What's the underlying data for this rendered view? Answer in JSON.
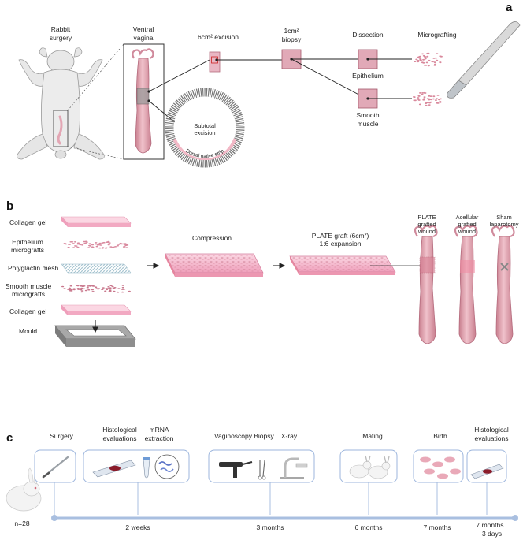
{
  "panel_a": {
    "letter": "a",
    "rabbit_surgery": [
      "Rabbit",
      "surgery"
    ],
    "ventral_vagina": [
      "Ventral",
      "vagina"
    ],
    "excision": "6cm² excision",
    "biopsy": [
      "1cm²",
      "biopsy"
    ],
    "dissection": "Dissection",
    "micrografting": "Micrografting",
    "epithelium": "Epithelium",
    "smooth_muscle": [
      "Smooth",
      "muscle"
    ],
    "subtotal_excision": [
      "Subtotal",
      "excision"
    ],
    "dorsal_strip": "Dorsal native strip"
  },
  "panel_b": {
    "letter": "b",
    "layers": [
      "Collagen gel",
      "Epithelium micrografts",
      "Polyglactin mesh",
      "Smooth muscle micrografts",
      "Collagen gel",
      "Mould"
    ],
    "layer_lines": [
      [
        "Collagen gel"
      ],
      [
        "Epithelium",
        "micrografts"
      ],
      [
        "Polyglactin mesh"
      ],
      [
        "Smooth muscle",
        "micrografts"
      ],
      [
        "Collagen gel"
      ],
      [
        "Mould"
      ]
    ],
    "compression": "Compression",
    "plate_graft": [
      "PLATE graft (6cm²)",
      "1:6 expansion"
    ],
    "groups": [
      {
        "lines": [
          "PLATE",
          "grafted",
          "wound"
        ]
      },
      {
        "lines": [
          "Acellular",
          "grafted",
          "wound"
        ]
      },
      {
        "lines": [
          "Sham",
          "laparotomy"
        ]
      }
    ]
  },
  "panel_c": {
    "letter": "c",
    "n_label": "n=28",
    "events": [
      {
        "lines": [
          "Surgery"
        ]
      },
      {
        "lines": [
          "Histological",
          "evaluations"
        ]
      },
      {
        "lines": [
          "mRNA",
          "extraction"
        ]
      },
      {
        "lines": [
          "Vaginoscopy"
        ]
      },
      {
        "lines": [
          "Biopsy"
        ]
      },
      {
        "lines": [
          "X-ray"
        ]
      },
      {
        "lines": [
          "Mating"
        ]
      },
      {
        "lines": [
          "Birth"
        ]
      },
      {
        "lines": [
          "Histological",
          "evaluations"
        ]
      }
    ],
    "timepoints": [
      {
        "lines": [
          "2 weeks"
        ]
      },
      {
        "lines": [
          "3 months"
        ]
      },
      {
        "lines": [
          "6 months"
        ]
      },
      {
        "lines": [
          "7 months"
        ]
      },
      {
        "lines": [
          "7 months",
          "+3 days"
        ]
      }
    ]
  },
  "colors": {
    "tissue_pink": "#e8b4bf",
    "tissue_dark": "#c97f8f",
    "gel_pink": "#f6c6d6",
    "timeline_blue": "#a9bfe0",
    "box_border": "#9db6dd",
    "mould_gray": "#8e8e8e"
  }
}
